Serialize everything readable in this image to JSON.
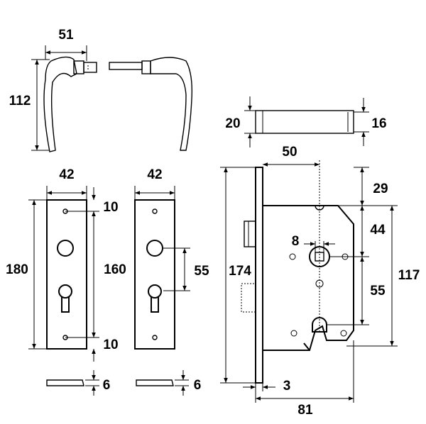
{
  "drawing": {
    "handle": {
      "width": "51",
      "height": "112"
    },
    "rose": {
      "diameter": "20",
      "inner": "16"
    },
    "plate_left": {
      "width": "42",
      "height": "180",
      "hole_spacing": "160",
      "top_offset": "10",
      "bottom_offset": "10",
      "thickness": "6"
    },
    "plate_right": {
      "width": "42",
      "spindle_to_cylinder": "55",
      "thickness": "6"
    },
    "lock_body": {
      "backset": "50",
      "faceplate_height": "174",
      "top_to_spindle": "29",
      "spindle_offset": "44",
      "spindle_to_cylinder": "55",
      "total_height": "117",
      "square": "8",
      "faceplate_thickness": "3",
      "body_depth": "81"
    }
  }
}
